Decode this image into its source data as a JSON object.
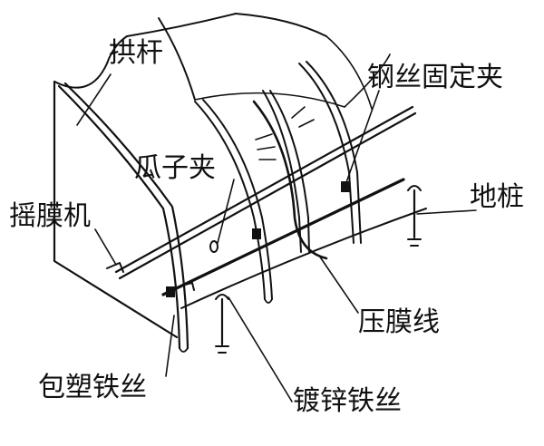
{
  "labels": {
    "arch_bar": "拱杆",
    "steel_wire_clip": "钢丝固定夹",
    "claw_clip": "瓜子夹",
    "ground_stake": "地桩",
    "film_roller": "摇膜机",
    "film_pressing_line": "压膜线",
    "plastic_coated_wire": "包塑铁丝",
    "galvanized_wire": "镀锌铁丝"
  },
  "colors": {
    "ink": "#111111",
    "background": "#ffffff"
  }
}
